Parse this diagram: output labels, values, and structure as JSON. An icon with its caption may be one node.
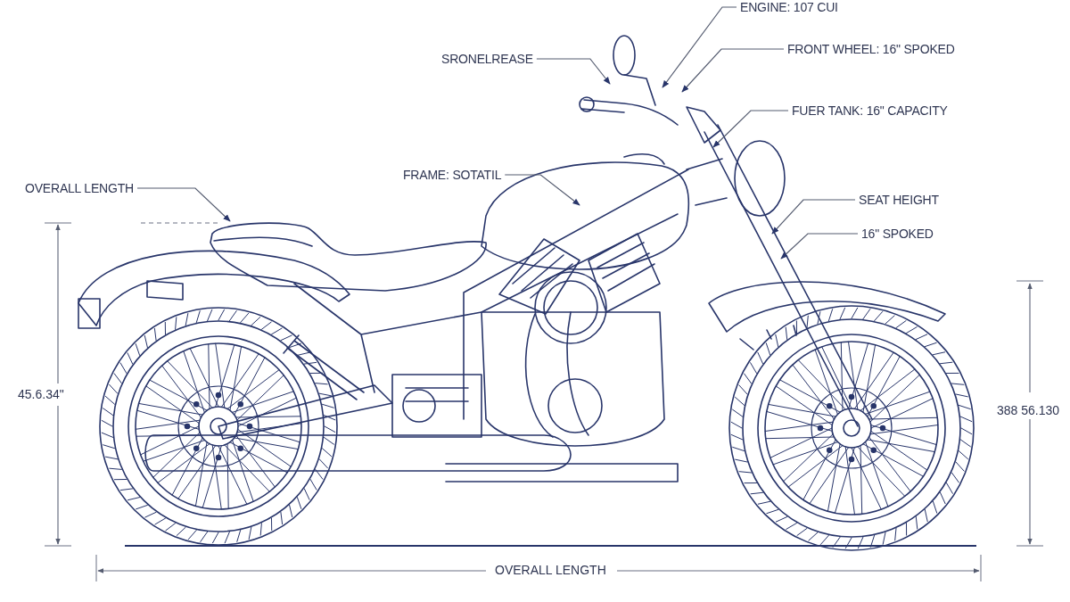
{
  "diagram": {
    "nodes": [
      {
        "text": [
          "ENGINE: 107 CUI"
        ]
      },
      {
        "text": [
          "SRONELREASE"
        ]
      },
      {
        "text": [
          "FRONT WHEEL: 16\" SPOKED"
        ]
      },
      {
        "text": [
          "FUER TANK: 16\" CAPACITY"
        ]
      },
      {
        "text": [
          "FRAME: SOTATIL"
        ]
      },
      {
        "text": [
          "OVERALL LENGTH"
        ]
      },
      {
        "text": [
          "SEAT HEIGHT"
        ]
      },
      {
        "text": [
          "16\" SPOKED"
        ]
      }
    ],
    "edges": [
      {
        "from": 0,
        "to": null,
        "arrow": "to"
      },
      {
        "from": 1,
        "to": null,
        "arrow": "to"
      },
      {
        "from": 2,
        "to": null,
        "arrow": "to"
      },
      {
        "from": 3,
        "to": null,
        "arrow": "to"
      },
      {
        "from": 4,
        "to": null,
        "arrow": "to"
      },
      {
        "from": 5,
        "to": null,
        "arrow": "to"
      },
      {
        "from": 6,
        "to": null,
        "arrow": "to"
      },
      {
        "from": 7,
        "to": null,
        "arrow": "to"
      }
    ],
    "labels": [
      "45.6.34\"",
      "388 56.130",
      "OVERALL LENGTH"
    ]
  }
}
